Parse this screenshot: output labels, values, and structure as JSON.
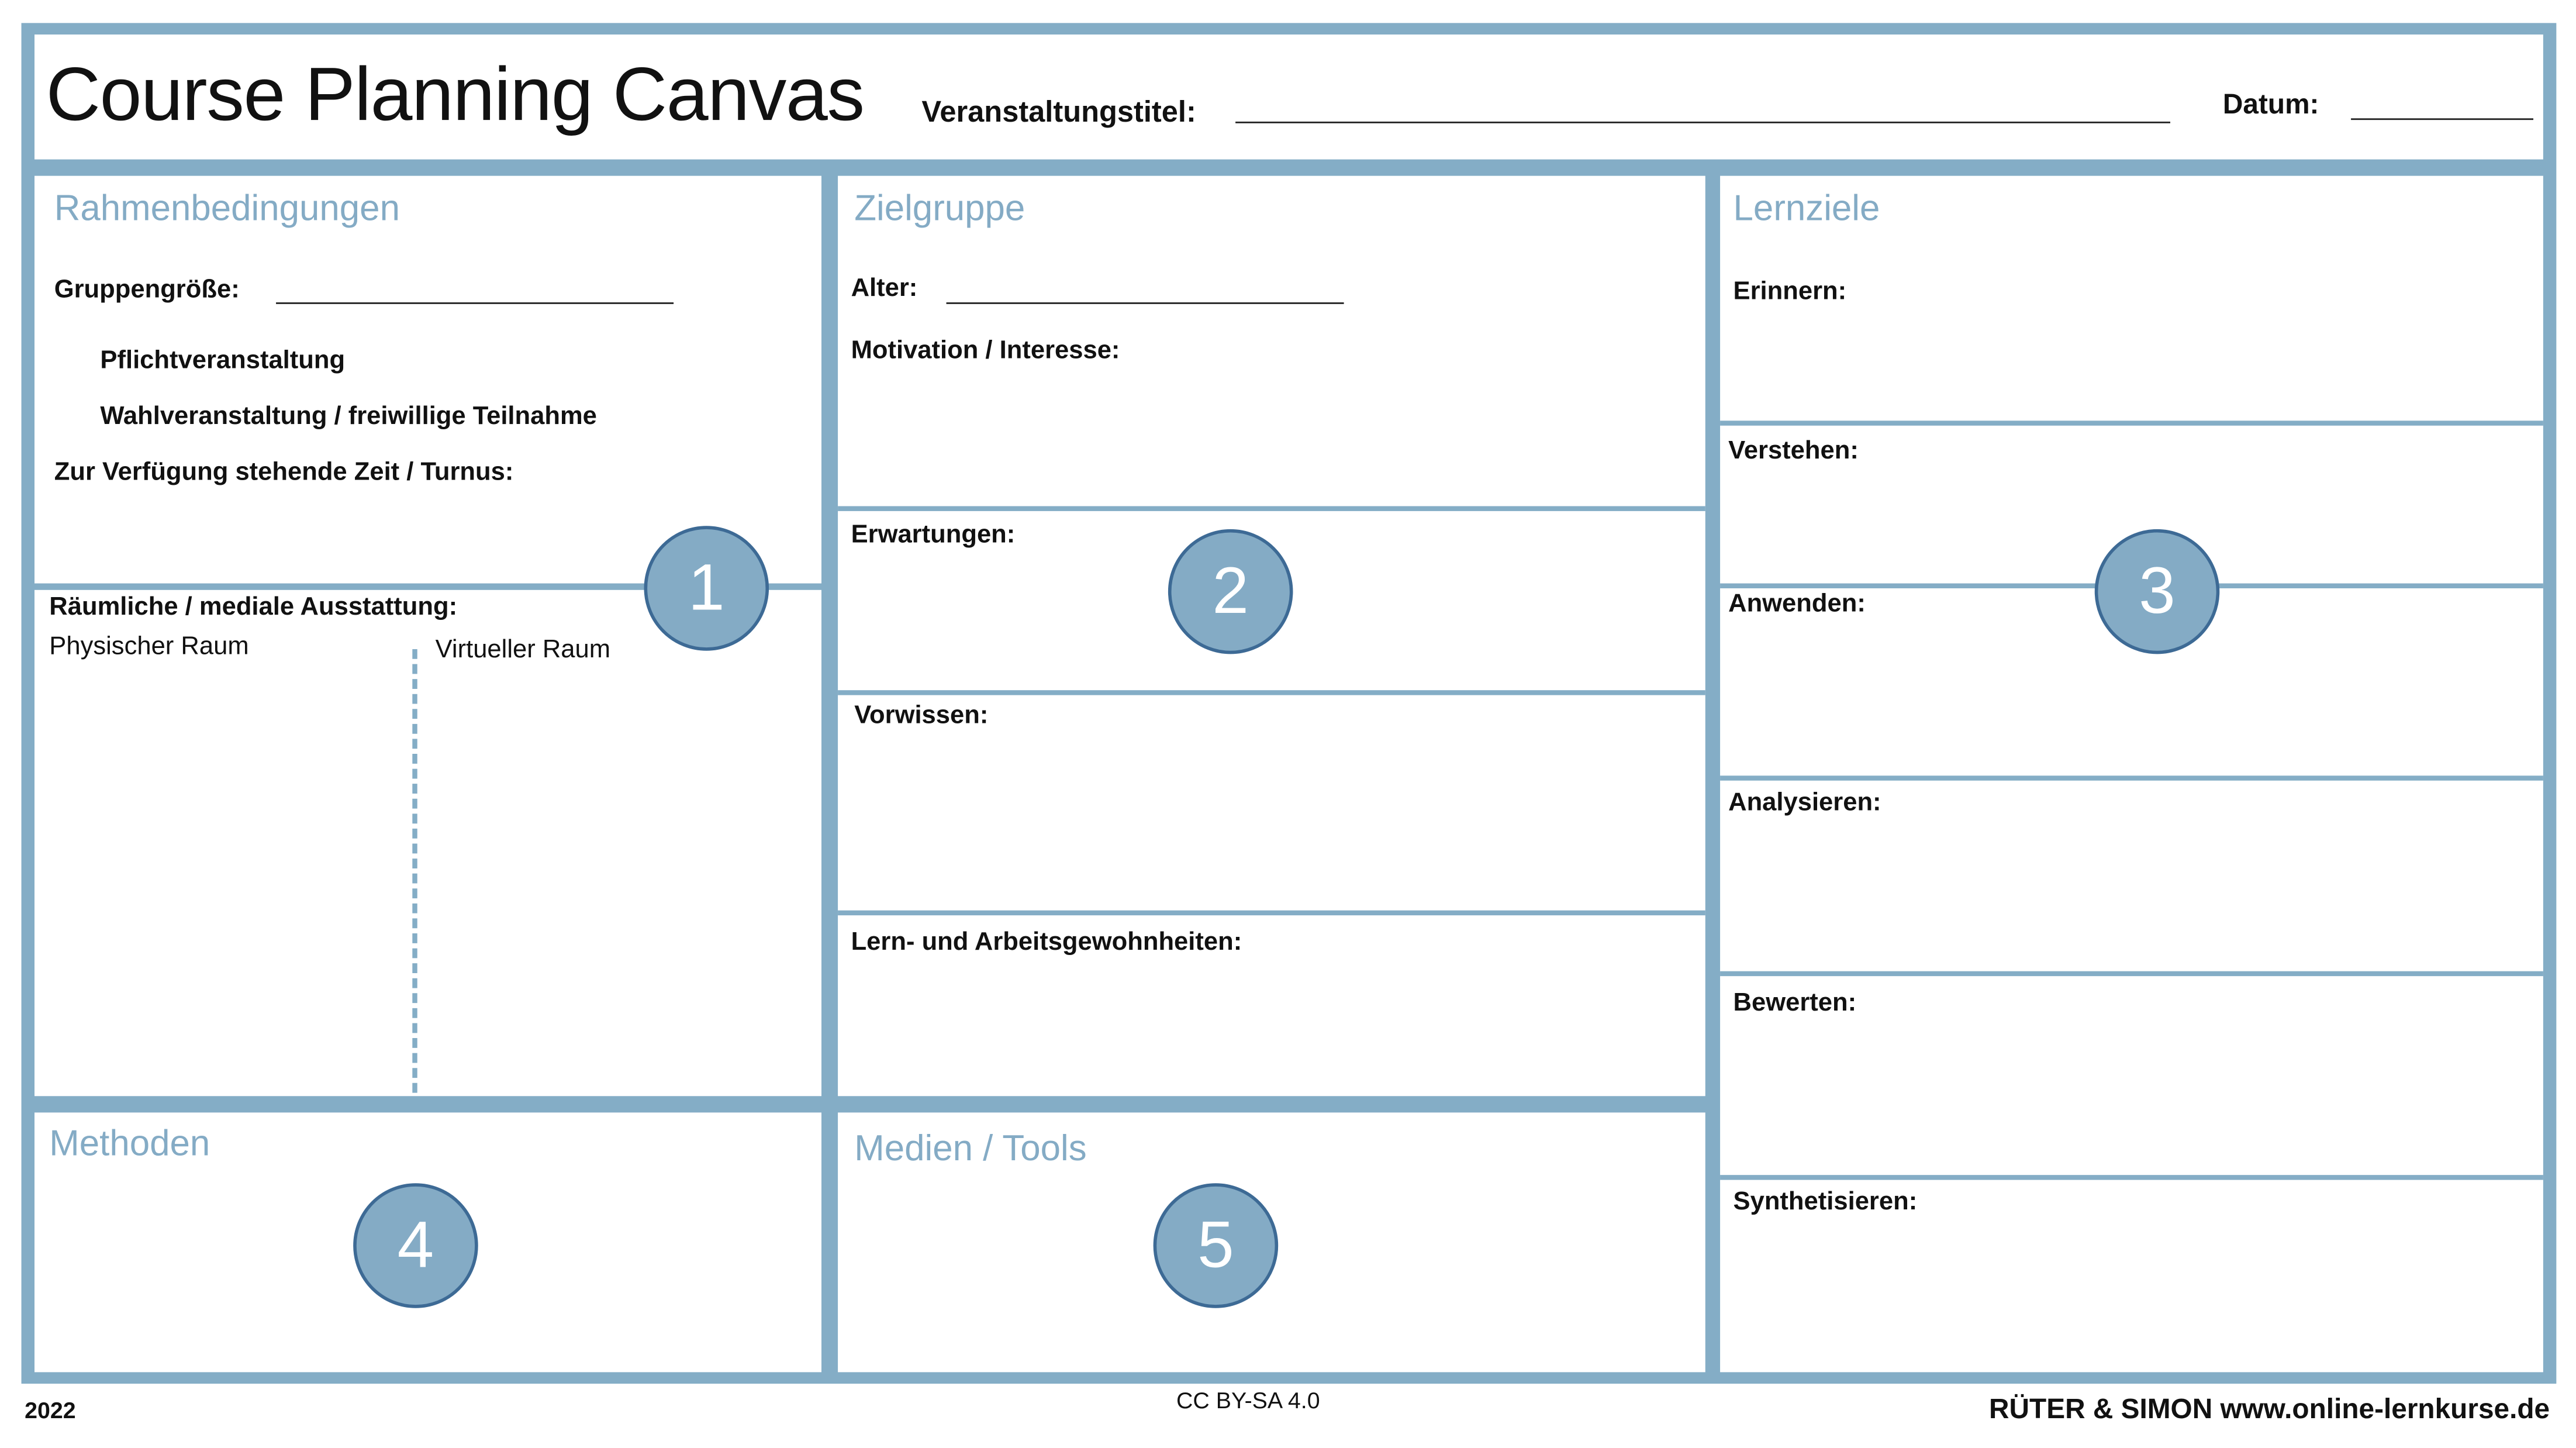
{
  "header": {
    "title": "Course Planning Canvas",
    "event_title_label": "Veranstaltungstitel:",
    "date_label": "Datum:"
  },
  "sections": {
    "rahmen": {
      "title": "Rahmenbedingungen",
      "group_size": "Gruppengröße:",
      "mandatory": "Pflichtveranstaltung",
      "elective": "Wahlveranstaltung / freiwillige Teilnahme",
      "time": "Zur Verfügung stehende Zeit / Turnus:",
      "space": "Räumliche / mediale Ausstattung:",
      "physical": "Physischer Raum",
      "virtual": "Virtueller Raum",
      "number": "1"
    },
    "ziel": {
      "title": "Zielgruppe",
      "age": "Alter:",
      "motivation": "Motivation / Interesse:",
      "expectations": "Erwartungen:",
      "prior": "Vorwissen:",
      "habits": "Lern- und Arbeitsgewohnheiten:",
      "number": "2"
    },
    "lernziele": {
      "title": "Lernziele",
      "levels": [
        "Erinnern:",
        "Verstehen:",
        "Anwenden:",
        "Analysieren:",
        "Bewerten:",
        "Synthetisieren:"
      ],
      "number": "3"
    },
    "methoden": {
      "title": "Methoden",
      "number": "4"
    },
    "medien": {
      "title": "Medien / Tools",
      "number": "5"
    }
  },
  "footer": {
    "year": "2022",
    "license": "CC BY-SA 4.0",
    "credit": "RÜTER & SIMON www.online-lernkurse.de"
  },
  "colors": {
    "accent": "#84adc6",
    "circle_border": "#3d6a95"
  }
}
